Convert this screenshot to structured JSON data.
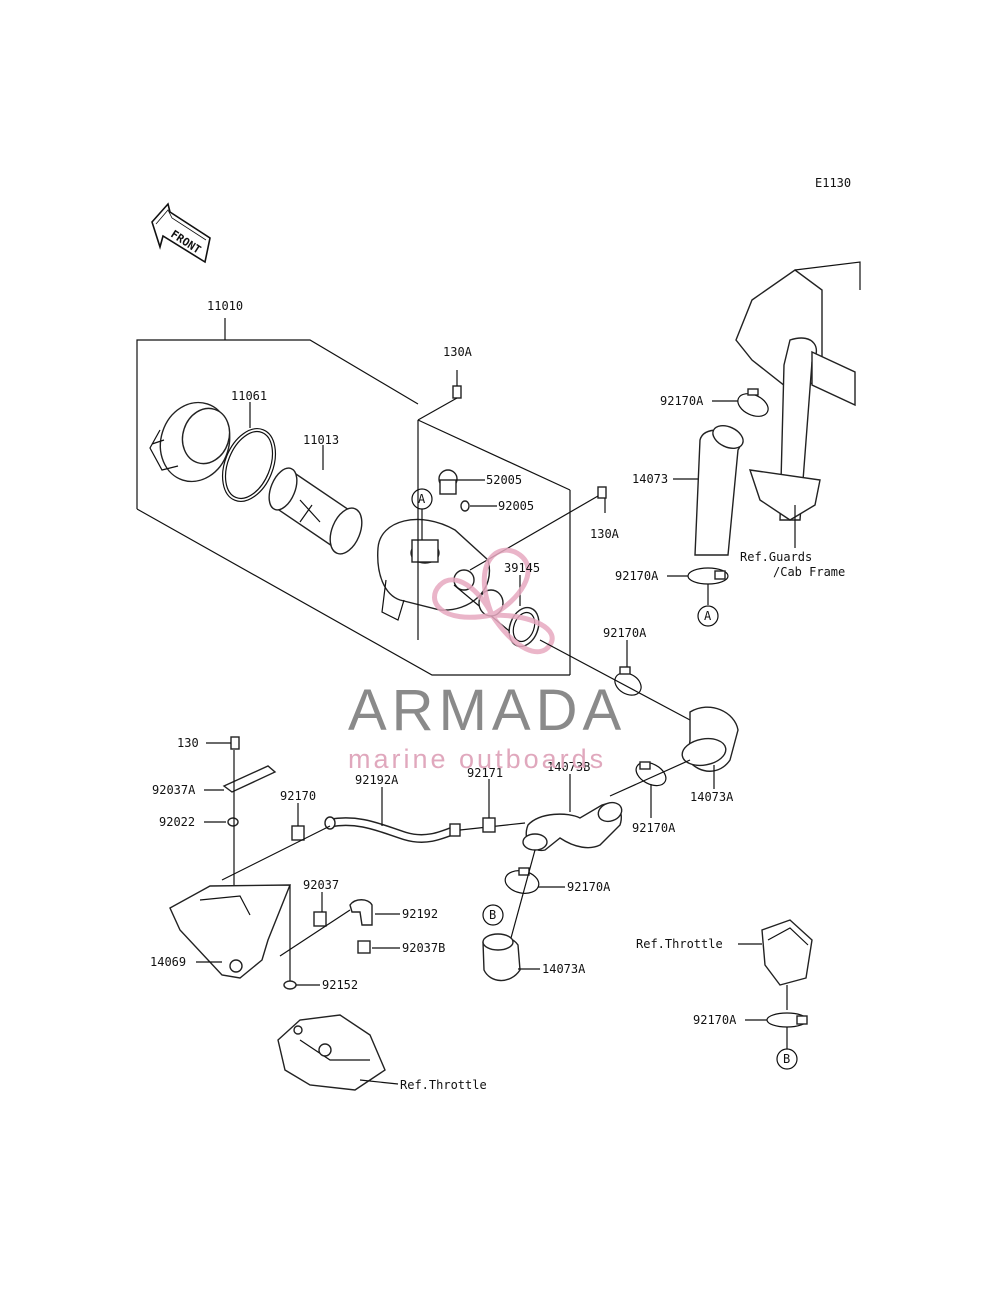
{
  "diagram_code": "E1130",
  "front_label": "FRONT",
  "part_labels": {
    "p11010": "11010",
    "p11061": "11061",
    "p11013": "11013",
    "p130A_top": "130A",
    "p52005": "52005",
    "p92005": "92005",
    "p130A_right": "130A",
    "p39145": "39145",
    "p92170A_1": "92170A",
    "p14073": "14073",
    "p92170A_2": "92170A",
    "p92170A_3": "92170A",
    "p14073A_1": "14073A",
    "p92170A_4": "92170A",
    "p14073B": "14073B",
    "p92171": "92171",
    "p92192A": "92192A",
    "p92170": "92170",
    "p130": "130",
    "p92037A": "92037A",
    "p92022": "92022",
    "p92037": "92037",
    "p92192": "92192",
    "p92037B": "92037B",
    "p92170A_5": "92170A",
    "p14073A_2": "14073A",
    "p14069": "14069",
    "p92152": "92152",
    "p92170A_6": "92170A"
  },
  "references": {
    "guards_line1": "Ref.Guards",
    "guards_line2": "/Cab Frame",
    "throttle_right": "Ref.Throttle",
    "throttle_bottom": "Ref.Throttle"
  },
  "connectors": {
    "a_top": "A",
    "a_bottom": "A",
    "b_left": "B",
    "b_right": "B"
  },
  "watermark": {
    "brand": "ARMADA",
    "tagline": "marine outboards",
    "brand_color": "#8a8a8a",
    "accent_color": "#e0a8bd"
  }
}
